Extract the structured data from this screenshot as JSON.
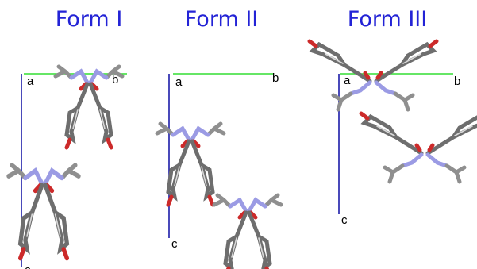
{
  "panels": [
    {
      "title": "Form I",
      "axes": {
        "a": "a",
        "b": "b",
        "c": "c"
      }
    },
    {
      "title": "Form II",
      "axes": {
        "a": "a",
        "b": "b",
        "c": "c"
      }
    },
    {
      "title": "Form III",
      "axes": {
        "a": "a",
        "b": "b",
        "c": "c"
      }
    }
  ],
  "colors": {
    "title": "#2323d6",
    "axis_a": "#000000",
    "axis_b": "#33dd33",
    "axis_c": "#1c1ca8",
    "carbon": "#8f8f8f",
    "nitrogen": "#9b9be4",
    "oxygen": "#cc2a2a"
  }
}
